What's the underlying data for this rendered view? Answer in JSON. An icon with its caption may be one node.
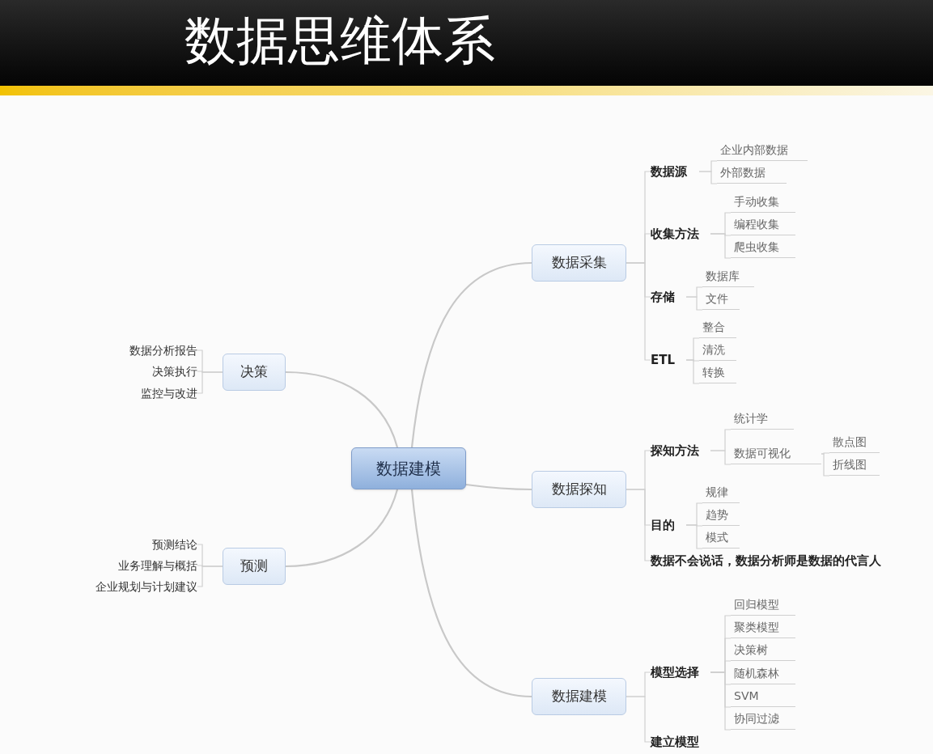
{
  "diagram": {
    "title": "数据思维体系",
    "nodes": [
      {
        "text": [
          "数据建模"
        ]
      },
      {
        "text": [
          "数据采集"
        ]
      },
      {
        "text": [
          "数据探知"
        ]
      },
      {
        "text": [
          "数据建模"
        ]
      },
      {
        "text": [
          "决策"
        ]
      },
      {
        "text": [
          "预测"
        ]
      },
      {
        "text": [
          "数据源"
        ]
      },
      {
        "text": [
          "企业内部数据"
        ]
      },
      {
        "text": [
          "外部数据"
        ]
      },
      {
        "text": [
          "收集方法"
        ]
      },
      {
        "text": [
          "手动收集"
        ]
      },
      {
        "text": [
          "编程收集"
        ]
      },
      {
        "text": [
          "爬虫收集"
        ]
      },
      {
        "text": [
          "存储"
        ]
      },
      {
        "text": [
          "数据库"
        ]
      },
      {
        "text": [
          "文件"
        ]
      },
      {
        "text": [
          "ETL"
        ]
      },
      {
        "text": [
          "整合"
        ]
      },
      {
        "text": [
          "清洗"
        ]
      },
      {
        "text": [
          "转换"
        ]
      },
      {
        "text": [
          "探知方法"
        ]
      },
      {
        "text": [
          "统计学"
        ]
      },
      {
        "text": [
          "数据可视化"
        ]
      },
      {
        "text": [
          "散点图"
        ]
      },
      {
        "text": [
          "折线图"
        ]
      },
      {
        "text": [
          "目的"
        ]
      },
      {
        "text": [
          "规律"
        ]
      },
      {
        "text": [
          "趋势"
        ]
      },
      {
        "text": [
          "模式"
        ]
      },
      {
        "text": [
          "数据不会说话，数据分析师是数据的代言人"
        ]
      },
      {
        "text": [
          "模型选择"
        ]
      },
      {
        "text": [
          "回归模型"
        ]
      },
      {
        "text": [
          "聚类模型"
        ]
      },
      {
        "text": [
          "决策树"
        ]
      },
      {
        "text": [
          "随机森林"
        ]
      },
      {
        "text": [
          "SVM"
        ]
      },
      {
        "text": [
          "协同过滤"
        ]
      },
      {
        "text": [
          "建立模型"
        ]
      },
      {
        "text": [
          "数据分析报告"
        ]
      },
      {
        "text": [
          "决策执行"
        ]
      },
      {
        "text": [
          "监控与改进"
        ]
      },
      {
        "text": [
          "预测结论"
        ]
      },
      {
        "text": [
          "业务理解与概括"
        ]
      },
      {
        "text": [
          "企业规划与计划建议"
        ]
      }
    ],
    "edges": [
      {
        "from": 0,
        "to": 1,
        "arrow": "none"
      },
      {
        "from": 0,
        "to": 2,
        "arrow": "none"
      },
      {
        "from": 0,
        "to": 3,
        "arrow": "none"
      },
      {
        "from": 0,
        "to": 4,
        "arrow": "none"
      },
      {
        "from": 0,
        "to": 5,
        "arrow": "none"
      },
      {
        "from": 1,
        "to": 6,
        "arrow": "none"
      },
      {
        "from": 1,
        "to": 9,
        "arrow": "none"
      },
      {
        "from": 1,
        "to": 13,
        "arrow": "none"
      },
      {
        "from": 1,
        "to": 16,
        "arrow": "none"
      },
      {
        "from": 6,
        "to": 7,
        "arrow": "none"
      },
      {
        "from": 6,
        "to": 8,
        "arrow": "none"
      },
      {
        "from": 9,
        "to": 10,
        "arrow": "none"
      },
      {
        "from": 9,
        "to": 11,
        "arrow": "none"
      },
      {
        "from": 9,
        "to": 12,
        "arrow": "none"
      },
      {
        "from": 13,
        "to": 14,
        "arrow": "none"
      },
      {
        "from": 13,
        "to": 15,
        "arrow": "none"
      },
      {
        "from": 16,
        "to": 17,
        "arrow": "none"
      },
      {
        "from": 16,
        "to": 18,
        "arrow": "none"
      },
      {
        "from": 16,
        "to": 19,
        "arrow": "none"
      },
      {
        "from": 2,
        "to": 20,
        "arrow": "none"
      },
      {
        "from": 2,
        "to": 25,
        "arrow": "none"
      },
      {
        "from": 2,
        "to": 29,
        "arrow": "none"
      },
      {
        "from": 20,
        "to": 21,
        "arrow": "none"
      },
      {
        "from": 20,
        "to": 22,
        "arrow": "none"
      },
      {
        "from": 22,
        "to": 23,
        "arrow": "none"
      },
      {
        "from": 22,
        "to": 24,
        "arrow": "none"
      },
      {
        "from": 25,
        "to": 26,
        "arrow": "none"
      },
      {
        "from": 25,
        "to": 27,
        "arrow": "none"
      },
      {
        "from": 25,
        "to": 28,
        "arrow": "none"
      },
      {
        "from": 3,
        "to": 30,
        "arrow": "none"
      },
      {
        "from": 3,
        "to": 37,
        "arrow": "none"
      },
      {
        "from": 30,
        "to": 31,
        "arrow": "none"
      },
      {
        "from": 30,
        "to": 32,
        "arrow": "none"
      },
      {
        "from": 30,
        "to": 33,
        "arrow": "none"
      },
      {
        "from": 30,
        "to": 34,
        "arrow": "none"
      },
      {
        "from": 30,
        "to": 35,
        "arrow": "none"
      },
      {
        "from": 30,
        "to": 36,
        "arrow": "none"
      },
      {
        "from": 4,
        "to": 38,
        "arrow": "none"
      },
      {
        "from": 4,
        "to": 39,
        "arrow": "none"
      },
      {
        "from": 4,
        "to": 40,
        "arrow": "none"
      },
      {
        "from": 5,
        "to": 41,
        "arrow": "none"
      },
      {
        "from": 5,
        "to": 42,
        "arrow": "none"
      },
      {
        "from": 5,
        "to": 43,
        "arrow": "none"
      }
    ]
  }
}
